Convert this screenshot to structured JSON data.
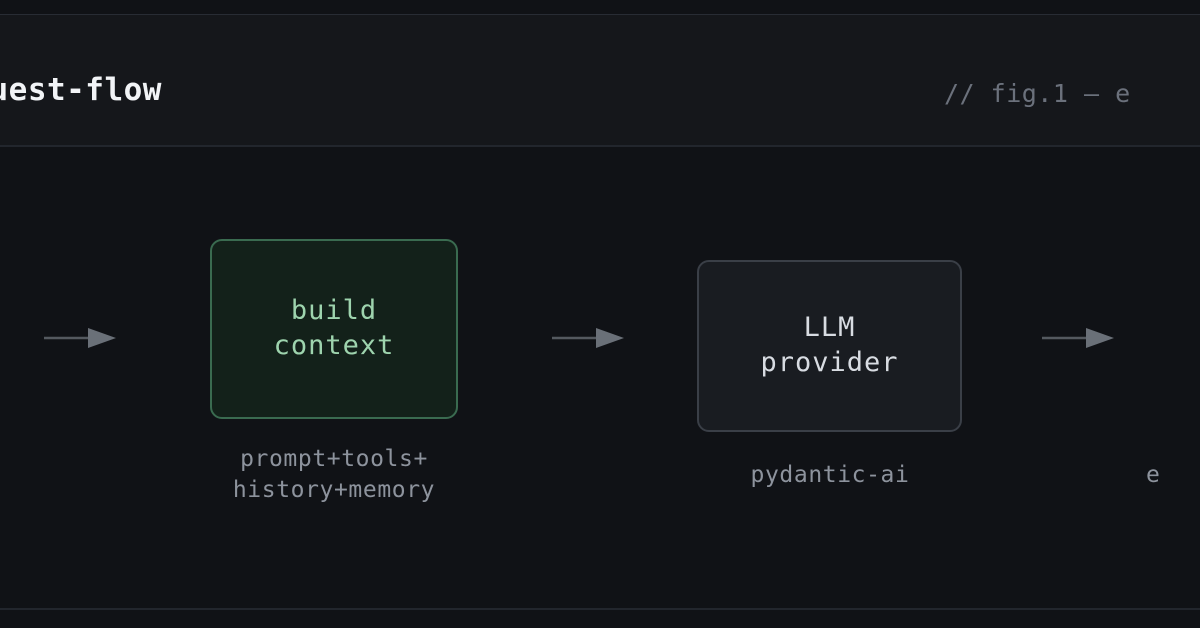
{
  "header": {
    "title": "request-flow",
    "fig_note": "// fig.1 — e",
    "title_color": "#f2f4f7",
    "note_color": "#6b717c",
    "background": "#15171b"
  },
  "canvas": {
    "background": "#101216"
  },
  "flow": {
    "arrows": [
      {
        "name": "arrow-into-build",
        "color": "#54595f"
      },
      {
        "name": "arrow-build-to-llm",
        "color": "#54595f"
      },
      {
        "name": "arrow-out-of-llm",
        "color": "#54595f"
      }
    ],
    "nodes": [
      {
        "id": "build-context",
        "label": "build\ncontext",
        "caption": "prompt+tools+\nhistory+memory",
        "border_color": "#3a6b50",
        "fill_color": "#13211a",
        "text_color": "#9ed4ae",
        "highlighted": true
      },
      {
        "id": "llm-provider",
        "label": "LLM\nprovider",
        "caption": "pydantic-ai",
        "border_color": "#3a3f47",
        "fill_color": "#191c21",
        "text_color": "#d8dce2",
        "highlighted": false
      }
    ],
    "truncated_caption_right": "e"
  },
  "rules": {
    "top_color": "#282c34",
    "divider_color": "#22262d"
  }
}
